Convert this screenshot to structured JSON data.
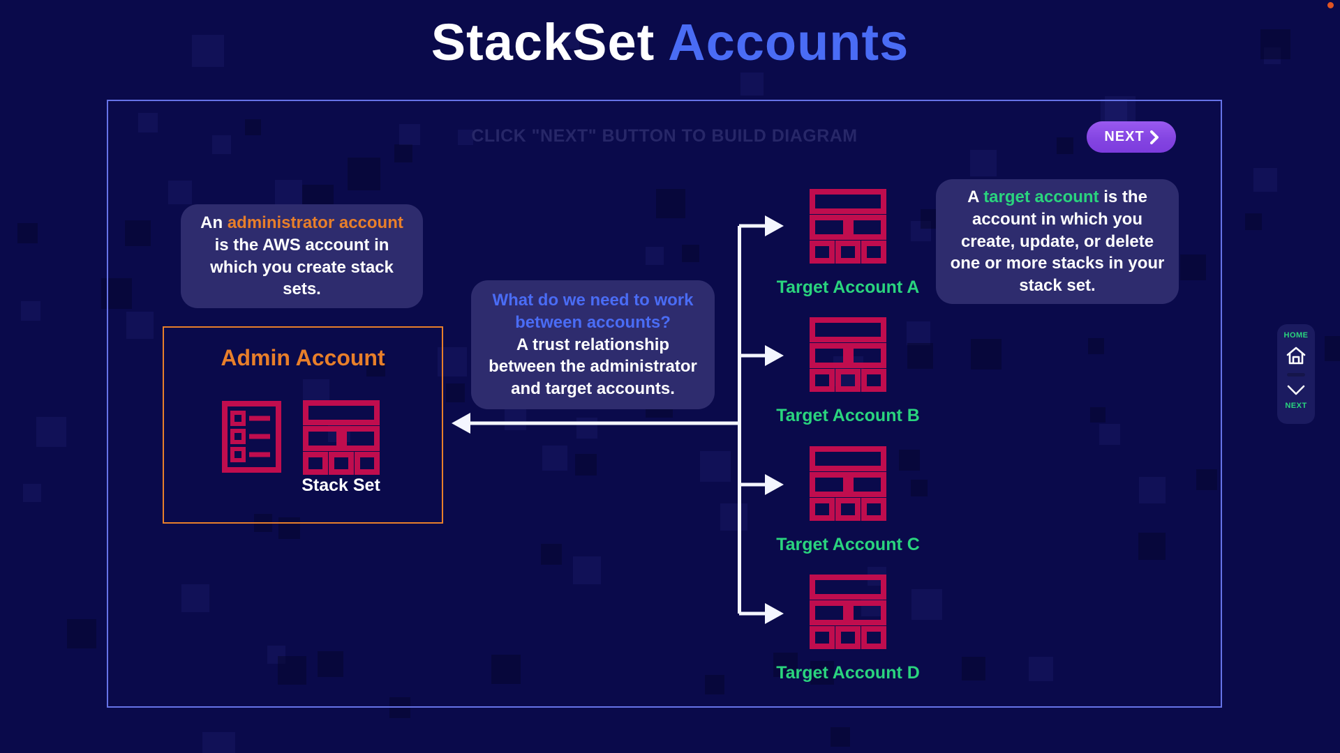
{
  "header": {
    "title_white": "StackSet",
    "title_blue": " Accounts"
  },
  "panel": {
    "hint": "CLICK \"NEXT\" BUTTON TO BUILD DIAGRAM"
  },
  "next_button": {
    "label": "NEXT"
  },
  "admin_info_box": {
    "part1": "An ",
    "highlight": "administrator account",
    "part2": " is the AWS account in which you create stack sets."
  },
  "admin_account_box": {
    "title": "Admin Account",
    "stack_set_label": "Stack Set"
  },
  "question_box": {
    "question": "What do we need to work between accounts?",
    "answer": "A trust relationship between the administrator and target accounts."
  },
  "target_info_box": {
    "part1": "A ",
    "highlight": "target account",
    "part2": " is the account in which you create, update, or delete one or more stacks in your stack set."
  },
  "targets": [
    {
      "label": "Target Account A"
    },
    {
      "label": "Target Account B"
    },
    {
      "label": "Target Account C"
    },
    {
      "label": "Target Account D"
    }
  ],
  "side_nav": {
    "home_label": "HOME",
    "next_label": "NEXT"
  },
  "icons": {
    "next_button_chevron": "chevron-right-icon",
    "home": "home-icon",
    "scroll_down": "chevron-down-icon",
    "template": "template-list-icon",
    "stack": "cloudformation-stack-icon"
  },
  "colors": {
    "background": "#0a0a4b",
    "panel_border": "#6673e8",
    "accent_blue": "#4a6cf5",
    "orange": "#e87f2a",
    "green": "#2ad47e",
    "crimson": "#c00d4e",
    "button_purple": "#8445e2",
    "info_box_bg": "#2e2c6e",
    "hint_text": "#272768"
  }
}
